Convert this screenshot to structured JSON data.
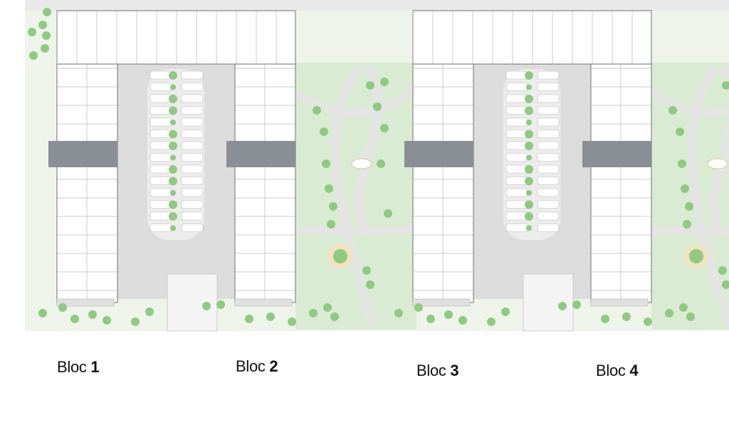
{
  "plan": {
    "colors": {
      "ground": "#eef4ea",
      "lawn": "#d9ebd2",
      "tree": "#8fc982",
      "parking": "#dcdcdc",
      "building_highlight": "#8a8f96",
      "wall": "#6f6f6f",
      "path": "#e4e4e4",
      "fountain": "#f2e3bf"
    }
  },
  "blocks": [
    {
      "word": "Bloc",
      "number": "1"
    },
    {
      "word": "Bloc",
      "number": "2"
    },
    {
      "word": "Bloc",
      "number": "3"
    },
    {
      "word": "Bloc",
      "number": "4"
    }
  ]
}
